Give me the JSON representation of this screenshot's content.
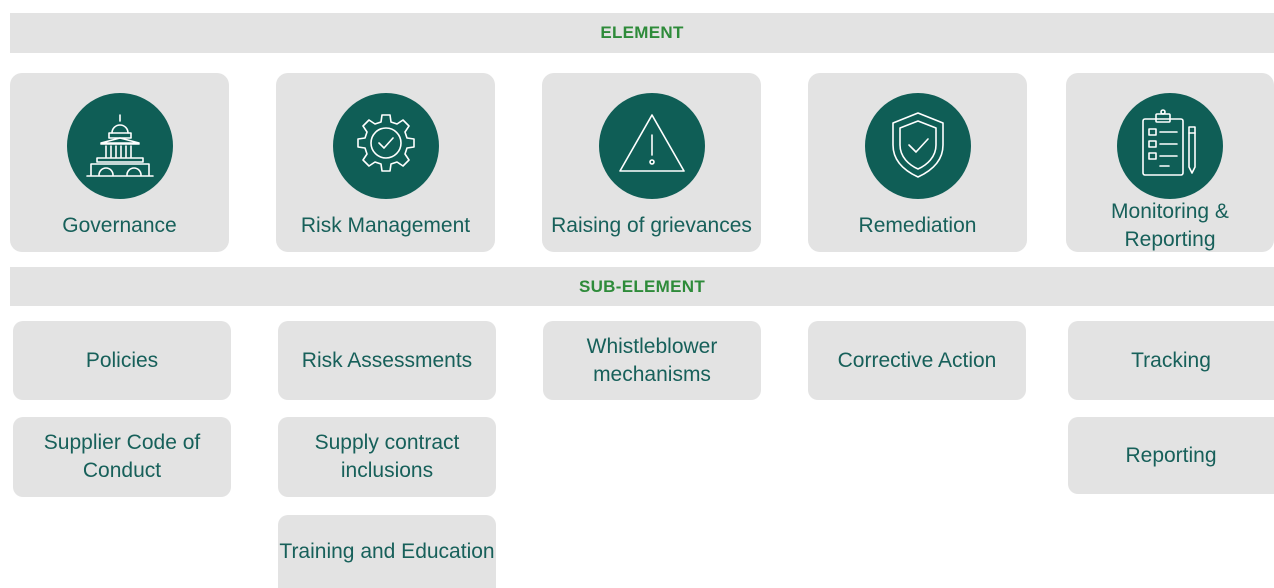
{
  "element_header": "ELEMENT",
  "sub_element_header": "SUB-ELEMENT",
  "colors": {
    "band": "#e3e3e3",
    "header_text": "#2e8b3a",
    "icon_circle": "#0f5e56",
    "label_text": "#17605a"
  },
  "elements": [
    {
      "label": "Governance",
      "icon": "government-building-icon"
    },
    {
      "label": "Risk Management",
      "icon": "gear-check-icon"
    },
    {
      "label": "Raising of grievances",
      "icon": "warning-triangle-icon"
    },
    {
      "label": "Remediation",
      "icon": "shield-check-icon"
    },
    {
      "label": "Monitoring & Reporting",
      "icon": "clipboard-checklist-icon"
    }
  ],
  "sub_elements": {
    "governance": [
      "Policies",
      "Supplier Code of Conduct"
    ],
    "risk_management": [
      "Risk Assessments",
      "Supply contract inclusions",
      "Training and Education"
    ],
    "raising_of_grievances": [
      "Whistleblower mechanisms"
    ],
    "remediation": [
      "Corrective Action"
    ],
    "monitoring_reporting": [
      "Tracking",
      "Reporting"
    ]
  }
}
